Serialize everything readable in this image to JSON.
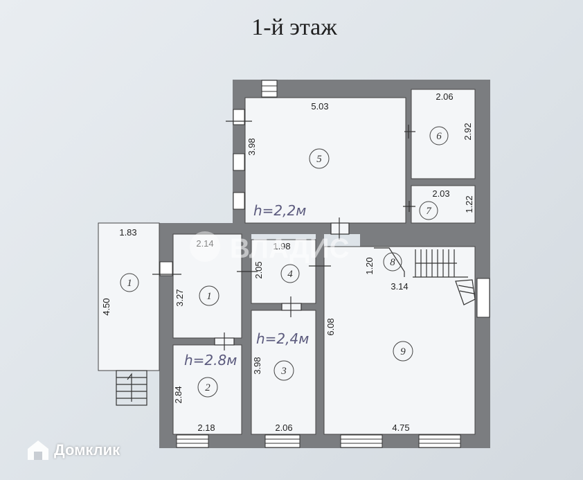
{
  "title": "1-й этаж",
  "dimensions": [
    {
      "id": "d503",
      "text": "5.03"
    },
    {
      "id": "d206a",
      "text": "2.06"
    },
    {
      "id": "d292",
      "text": "2.92"
    },
    {
      "id": "d398a",
      "text": "3.98"
    },
    {
      "id": "d203",
      "text": "2.03"
    },
    {
      "id": "d122",
      "text": "1.22"
    },
    {
      "id": "d183",
      "text": "1.83"
    },
    {
      "id": "d214",
      "text": "2.14"
    },
    {
      "id": "d198",
      "text": "1.98"
    },
    {
      "id": "d205",
      "text": "2.05"
    },
    {
      "id": "d450",
      "text": "4.50"
    },
    {
      "id": "d327",
      "text": "3.27"
    },
    {
      "id": "d120",
      "text": "1.20"
    },
    {
      "id": "d314",
      "text": "3.14"
    },
    {
      "id": "d608",
      "text": "6.08"
    },
    {
      "id": "d398b",
      "text": "3.98"
    },
    {
      "id": "d284",
      "text": "2.84"
    },
    {
      "id": "d218",
      "text": "2.18"
    },
    {
      "id": "d206b",
      "text": "2.06"
    },
    {
      "id": "d475",
      "text": "4.75"
    }
  ],
  "rooms": [
    {
      "id": "r5",
      "label": "5"
    },
    {
      "id": "r6",
      "label": "6"
    },
    {
      "id": "r7",
      "label": "7"
    },
    {
      "id": "r1out",
      "label": "1"
    },
    {
      "id": "r1",
      "label": "1"
    },
    {
      "id": "r4",
      "label": "4"
    },
    {
      "id": "r8",
      "label": "8"
    },
    {
      "id": "r9",
      "label": "9"
    },
    {
      "id": "r2",
      "label": "2"
    },
    {
      "id": "r3",
      "label": "3"
    }
  ],
  "heights": [
    {
      "id": "h22",
      "text": "h=2,2м"
    },
    {
      "id": "h24",
      "text": "h=2,4м"
    },
    {
      "id": "h28",
      "text": "h=2.8м"
    }
  ],
  "watermark": {
    "text": "ВЛАДИС"
  },
  "brand": {
    "name": "Домклик"
  }
}
